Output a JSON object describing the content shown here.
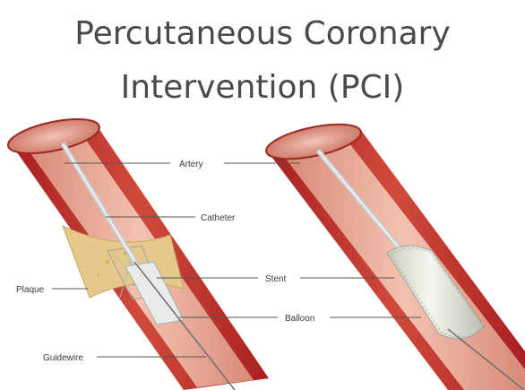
{
  "title": {
    "line1": "Percutaneous Coronary",
    "line2": "Intervention (PCI)"
  },
  "labels": {
    "artery": "Artery",
    "catheter": "Catheter",
    "plaque": "Plaque",
    "stent": "Stent",
    "balloon": "Balloon",
    "guidewire": "Guidewire"
  },
  "colors": {
    "artery_outer": "#c0392b",
    "artery_inner": "#e8a08c",
    "plaque": "#e6c88a",
    "stent": "#d9dde0",
    "balloon": "#eef0e4"
  }
}
